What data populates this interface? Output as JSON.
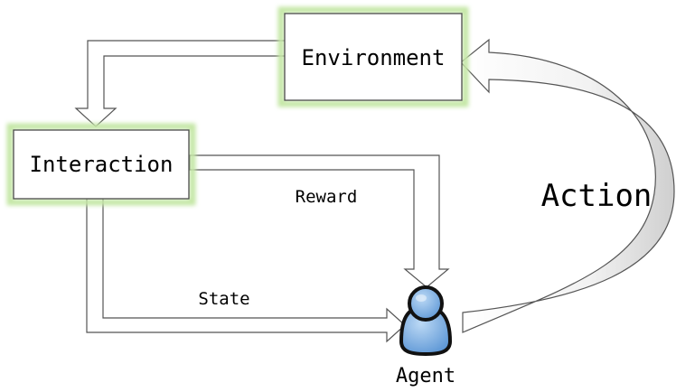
{
  "nodes": {
    "environment": {
      "label": "Environment"
    },
    "interaction": {
      "label": "Interaction"
    },
    "agent": {
      "label": "Agent"
    }
  },
  "edges": {
    "reward": {
      "label": "Reward"
    },
    "state": {
      "label": "State"
    },
    "action": {
      "label": "Action"
    }
  },
  "colors": {
    "box_glow": "#c5e7a6",
    "box_border": "#4a4a4a",
    "arrow_stroke": "#555555",
    "action_fill": "#d9d9d9",
    "agent_fill": "#7fb2e6",
    "agent_outline": "#111111"
  },
  "icons": {
    "agent": "person-icon"
  }
}
